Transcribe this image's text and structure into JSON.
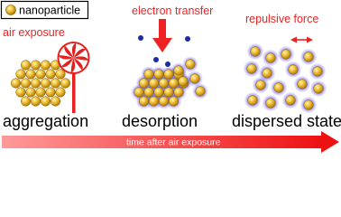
{
  "legend": {
    "label": "nanoparticle"
  },
  "labels": {
    "air_exposure": "air exposure",
    "electron_transfer": "electron transfer",
    "repulsive_force": "repulsive force",
    "time_axis": "time after air exposure"
  },
  "stages": [
    {
      "name": "aggregation"
    },
    {
      "name": "desorption"
    },
    {
      "name": "dispersed state"
    }
  ],
  "colors": {
    "accent_red": "#ee2222",
    "particle_gold": "#e8b21e",
    "particle_highlight": "#fff6b8",
    "halo_blue": "#4433dd",
    "electron_blue": "#1c2aa8"
  },
  "icons": [
    "nanoparticle-legend-icon",
    "lollipop-adsorbate-icon",
    "electron-dot-icon",
    "down-arrow-icon",
    "double-arrow-icon",
    "time-arrow-icon"
  ]
}
